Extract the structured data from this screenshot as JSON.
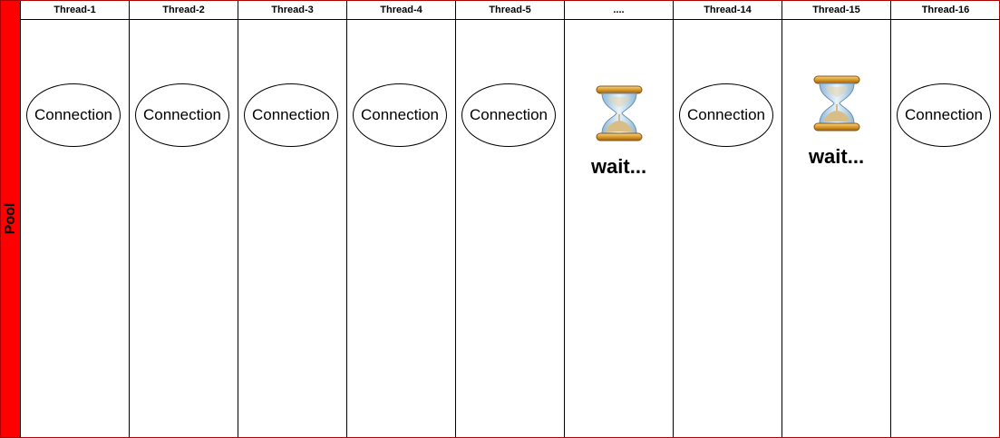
{
  "pool": {
    "label": "Pool",
    "color": "#ff0000",
    "border_color": "#b00000"
  },
  "lanes": [
    {
      "header": "Thread-1",
      "item": "Connection"
    },
    {
      "header": "Thread-2",
      "item": "Connection"
    },
    {
      "header": "Thread-3",
      "item": "Connection"
    },
    {
      "header": "Thread-4",
      "item": "Connection"
    },
    {
      "header": "Thread-5",
      "item": "Connection"
    },
    {
      "header": "....",
      "wait_icon": "hourglass-icon",
      "wait_text": "wait..."
    },
    {
      "header": "Thread-14",
      "item": "Connection"
    },
    {
      "header": "Thread-15",
      "wait_icon": "hourglass-icon",
      "wait_text": "wait..."
    },
    {
      "header": "Thread-16",
      "item": "Connection"
    }
  ]
}
